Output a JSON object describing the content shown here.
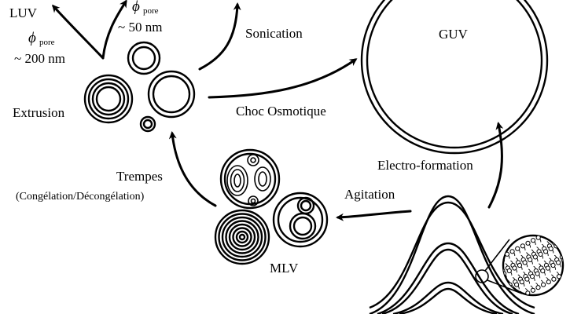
{
  "labels": {
    "luv": "LUV",
    "phi_symbol": "ϕ",
    "pore_sub": "pore",
    "pore_size_large": "~ 200 nm",
    "pore_size_small": "~ 50 nm",
    "sonication": "Sonication",
    "extrusion": "Extrusion",
    "choc_osmotique": "Choc Osmotique",
    "guv": "GUV",
    "trempes": "Trempes",
    "congelation": "(Congélation/Décongélation)",
    "electro_formation": "Electro-formation",
    "agitation": "Agitation",
    "mlv": "MLV"
  },
  "icons": {
    "arrow": "curved-arrow-icon",
    "vesicle": "vesicle-icon",
    "bilayer": "lipid-bilayer-icon"
  }
}
